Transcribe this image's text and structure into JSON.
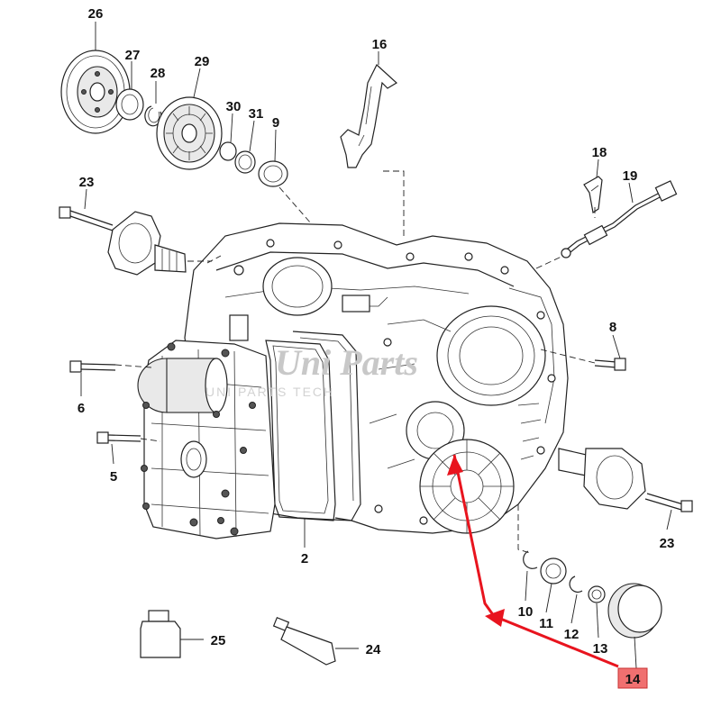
{
  "watermark": {
    "brand": "Uni Parts",
    "subtitle": "UNI PARTS TECH"
  },
  "callouts": {
    "p2": "2",
    "p5": "5",
    "p6": "6",
    "p8": "8",
    "p9": "9",
    "p10": "10",
    "p11": "11",
    "p12": "12",
    "p13": "13",
    "p14": "14",
    "p16": "16",
    "p18": "18",
    "p19": "19",
    "p23a": "23",
    "p23b": "23",
    "p24": "24",
    "p25": "25",
    "p26": "26",
    "p27": "27",
    "p28": "28",
    "p29": "29",
    "p30": "30",
    "p31": "31"
  },
  "highlight": {
    "part": "14",
    "badge_color": "#f07070",
    "arrow_color": "#e8141e"
  }
}
